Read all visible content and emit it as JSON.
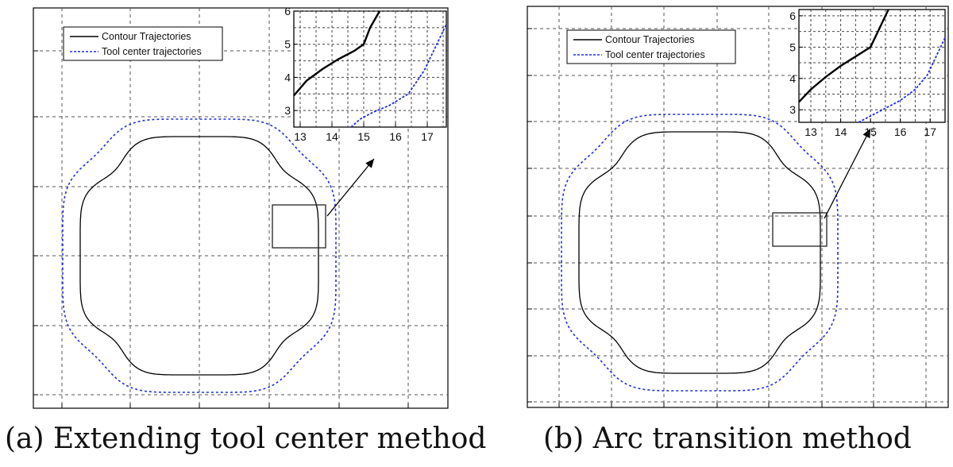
{
  "captions": {
    "a": "(a) Extending tool center method",
    "b": "(b) Arc transition method"
  },
  "legend": {
    "contour": "Contour Trajectories",
    "tool": "Tool center trajectories"
  },
  "colors": {
    "contour": "#000000",
    "tool": "#1f2ee6",
    "grid": "#555555"
  },
  "chart_data": [
    {
      "type": "line",
      "panel": "a",
      "series": [
        {
          "name": "Contour Trajectories",
          "style": "solid",
          "color": "#000000"
        },
        {
          "name": "Tool center trajectories",
          "style": "dashed",
          "color": "#1f2ee6"
        }
      ],
      "grid": true,
      "legend_position": "top-left",
      "inset": {
        "xlim": [
          12.8,
          17.6
        ],
        "ylim": [
          2.5,
          6
        ],
        "xticks": [
          "13",
          "14",
          "15",
          "16",
          "17"
        ],
        "yticks": [
          "3",
          "4",
          "5",
          "6"
        ],
        "series": [
          {
            "name": "Contour Trajectories",
            "x": [
              12.8,
              13.2,
              13.7,
              14.2,
              14.7,
              15.0,
              15.2,
              15.5
            ],
            "y": [
              3.45,
              3.9,
              4.25,
              4.55,
              4.8,
              5.0,
              5.5,
              6.0
            ]
          },
          {
            "name": "Tool center trajectories",
            "x": [
              14.6,
              14.9,
              15.3,
              15.8,
              16.4,
              16.9,
              17.3,
              17.6
            ],
            "y": [
              2.5,
              2.75,
              2.95,
              3.15,
              3.5,
              4.2,
              5.0,
              5.6
            ]
          }
        ]
      }
    },
    {
      "type": "line",
      "panel": "b",
      "series": [
        {
          "name": "Contour Trajectories",
          "style": "solid",
          "color": "#000000"
        },
        {
          "name": "Tool center trajectories",
          "style": "dashed",
          "color": "#1f2ee6"
        }
      ],
      "grid": true,
      "legend_position": "top-left",
      "inset": {
        "xlim": [
          12.6,
          17.5
        ],
        "ylim": [
          2.6,
          6.2
        ],
        "xticks": [
          "13",
          "14",
          "15",
          "16",
          "17"
        ],
        "yticks": [
          "3",
          "4",
          "5",
          "6"
        ],
        "series": [
          {
            "name": "Contour Trajectories",
            "x": [
              12.6,
              13.0,
              13.5,
              14.0,
              14.5,
              15.0,
              15.3,
              15.6
            ],
            "y": [
              3.25,
              3.65,
              4.05,
              4.4,
              4.7,
              5.0,
              5.6,
              6.2
            ]
          },
          {
            "name": "Tool center trajectories",
            "x": [
              14.6,
              15.0,
              15.5,
              16.0,
              16.5,
              16.9,
              17.2,
              17.5
            ],
            "y": [
              2.6,
              2.8,
              3.05,
              3.3,
              3.65,
              4.1,
              4.7,
              5.3
            ]
          }
        ]
      }
    }
  ]
}
